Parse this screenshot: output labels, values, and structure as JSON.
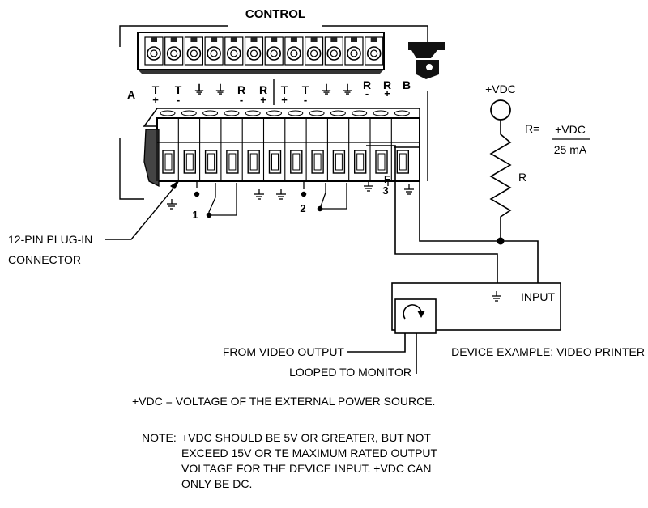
{
  "header": {
    "control_label": "CONTROL"
  },
  "terminal_labels": [
    "A",
    "T",
    "T",
    "⏚",
    "⏚",
    "R",
    "R",
    "T",
    "T",
    "⏚",
    "⏚",
    "R",
    "R",
    "B"
  ],
  "terminal_polarity": [
    "",
    "+",
    "-",
    "",
    "",
    "-",
    "+",
    "+",
    "-",
    "",
    "",
    "-",
    "+",
    ""
  ],
  "switch_labels": [
    "1",
    "2",
    "3"
  ],
  "connector_label": [
    "12-PIN PLUG-IN",
    "CONNECTOR"
  ],
  "power": {
    "vdc_label": "+VDC",
    "resistor_label": "R"
  },
  "formula": {
    "lhs": "R=",
    "numerator": "+VDC",
    "denominator": "25 mA"
  },
  "device": {
    "input_label": "INPUT",
    "caption": "DEVICE EXAMPLE: VIDEO PRINTER"
  },
  "video": {
    "line1": "FROM VIDEO OUTPUT",
    "line2": "LOOPED TO MONITOR"
  },
  "footnotes": {
    "vdc_definition": "+VDC = VOLTAGE OF THE EXTERNAL POWER SOURCE.",
    "note_prefix": "NOTE:",
    "note_lines": [
      "+VDC SHOULD BE 5V OR GREATER, BUT NOT",
      "EXCEED 15V OR TE MAXIMUM RATED OUTPUT",
      "VOLTAGE FOR THE DEVICE INPUT. +VDC CAN",
      "ONLY BE DC."
    ]
  },
  "icons": [
    "ground-symbol-icon",
    "switch-contact-icon",
    "resistor-icon",
    "rotate-arrow-icon",
    "camera-icon"
  ]
}
